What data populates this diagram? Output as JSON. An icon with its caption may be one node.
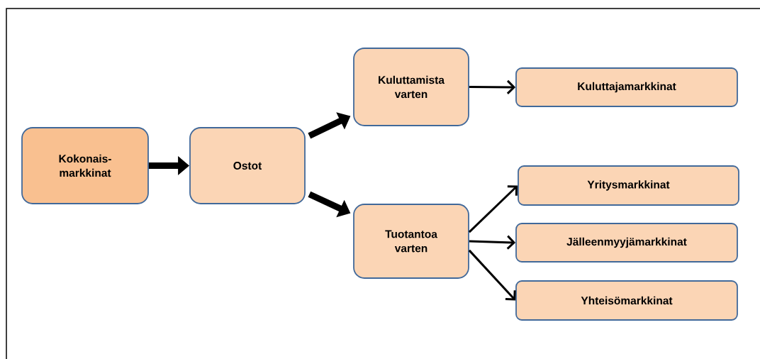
{
  "diagram": {
    "nodes": [
      {
        "text": [
          "Kokonais- markkinat"
        ]
      },
      {
        "text": [
          "Ostot"
        ]
      },
      {
        "text": [
          "Kuluttamista varten"
        ]
      },
      {
        "text": [
          "Tuotantoa varten"
        ]
      },
      {
        "text": [
          "Kuluttajamarkkinat"
        ]
      },
      {
        "text": [
          "Yritysmarkkinat"
        ]
      },
      {
        "text": [
          "Jälleenmyyjämarkkinat"
        ]
      },
      {
        "text": [
          "Yhteisömarkkinat"
        ]
      }
    ],
    "edges": [
      {
        "from": 0,
        "to": 1,
        "arrow": "to",
        "style": "thick"
      },
      {
        "from": 1,
        "to": 2,
        "arrow": "to",
        "style": "thick"
      },
      {
        "from": 1,
        "to": 3,
        "arrow": "to",
        "style": "thick"
      },
      {
        "from": 2,
        "to": 4,
        "arrow": "to"
      },
      {
        "from": 3,
        "to": 5,
        "arrow": "to"
      },
      {
        "from": 3,
        "to": 6,
        "arrow": "to"
      },
      {
        "from": 3,
        "to": 7,
        "arrow": "to"
      }
    ]
  }
}
